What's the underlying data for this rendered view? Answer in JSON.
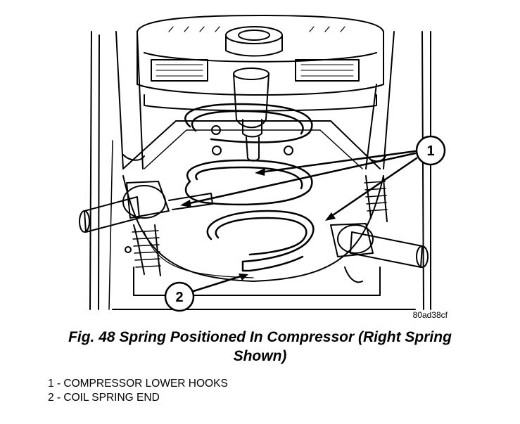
{
  "figure": {
    "image_code": "80ad38cf",
    "caption": "Fig. 48 Spring Positioned In Compressor (Right Spring Shown)",
    "callouts": [
      {
        "number": "1"
      },
      {
        "number": "2"
      }
    ]
  },
  "legend": {
    "items": [
      {
        "text": "1 - COMPRESSOR LOWER HOOKS"
      },
      {
        "text": "2 - COIL SPRING END"
      }
    ]
  }
}
